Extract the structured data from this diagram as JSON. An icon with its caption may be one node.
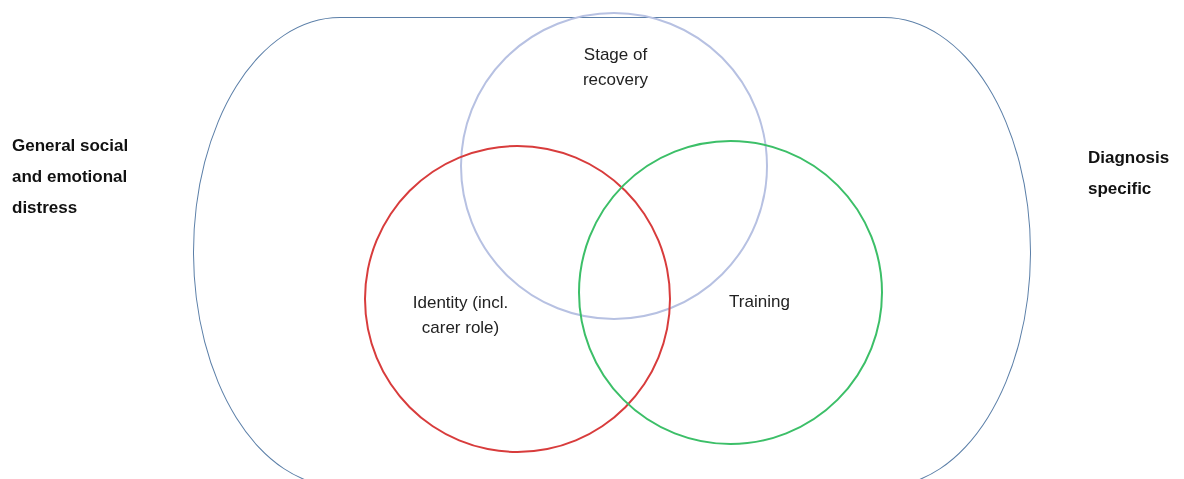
{
  "diagram": {
    "nodes": [
      {
        "text": [],
        "shape": "box"
      },
      {
        "text": [
          "Stage of recovery"
        ],
        "in": 0
      },
      {
        "text": [
          "Identity (incl. carer role)"
        ],
        "in": 0
      },
      {
        "text": [
          "Training"
        ],
        "in": 0
      }
    ],
    "labels": [
      "General social and emotional distress",
      "Diagnosis specific"
    ]
  }
}
